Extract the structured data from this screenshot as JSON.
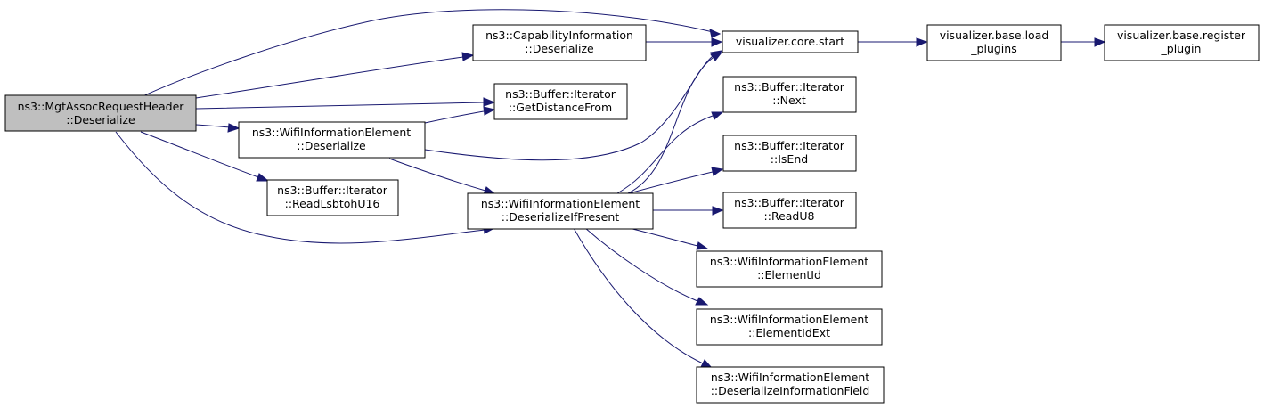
{
  "colors": {
    "edge": "#191970",
    "root_fill": "#bfbfbf",
    "node_fill": "#ffffff",
    "node_border": "#000000"
  },
  "nodes": [
    {
      "id": "root",
      "line1": "ns3::MgtAssocRequestHeader",
      "line2": "::Deserialize",
      "is_root": true
    },
    {
      "id": "capinfo",
      "line1": "ns3::CapabilityInformation",
      "line2": "::Deserialize"
    },
    {
      "id": "getdist",
      "line1": "ns3::Buffer::Iterator",
      "line2": "::GetDistanceFrom"
    },
    {
      "id": "wieDeser",
      "line1": "ns3::WifiInformationElement",
      "line2": "::Deserialize"
    },
    {
      "id": "readlsb",
      "line1": "ns3::Buffer::Iterator",
      "line2": "::ReadLsbtohU16"
    },
    {
      "id": "deserIfPresent",
      "line1": "ns3::WifiInformationElement",
      "line2": "::DeserializeIfPresent"
    },
    {
      "id": "vstart",
      "line1": "visualizer.core.start",
      "line2": ""
    },
    {
      "id": "vload",
      "line1": "visualizer.base.load",
      "line2": "_plugins"
    },
    {
      "id": "vreg",
      "line1": "visualizer.base.register",
      "line2": "_plugin"
    },
    {
      "id": "next",
      "line1": "ns3::Buffer::Iterator",
      "line2": "::Next"
    },
    {
      "id": "isend",
      "line1": "ns3::Buffer::Iterator",
      "line2": "::IsEnd"
    },
    {
      "id": "readu8",
      "line1": "ns3::Buffer::Iterator",
      "line2": "::ReadU8"
    },
    {
      "id": "elemid",
      "line1": "ns3::WifiInformationElement",
      "line2": "::ElementId"
    },
    {
      "id": "elemidext",
      "line1": "ns3::WifiInformationElement",
      "line2": "::ElementIdExt"
    },
    {
      "id": "deserinfo",
      "line1": "ns3::WifiInformationElement",
      "line2": "::DeserializeInformationField"
    }
  ],
  "edges": [
    {
      "from": "root",
      "to": "vstart"
    },
    {
      "from": "root",
      "to": "capinfo"
    },
    {
      "from": "root",
      "to": "getdist"
    },
    {
      "from": "root",
      "to": "wieDeser"
    },
    {
      "from": "root",
      "to": "readlsb"
    },
    {
      "from": "root",
      "to": "deserIfPresent"
    },
    {
      "from": "capinfo",
      "to": "vstart"
    },
    {
      "from": "wieDeser",
      "to": "getdist"
    },
    {
      "from": "wieDeser",
      "to": "vstart"
    },
    {
      "from": "wieDeser",
      "to": "deserIfPresent"
    },
    {
      "from": "deserIfPresent",
      "to": "vstart"
    },
    {
      "from": "deserIfPresent",
      "to": "next"
    },
    {
      "from": "deserIfPresent",
      "to": "isend"
    },
    {
      "from": "deserIfPresent",
      "to": "readu8"
    },
    {
      "from": "deserIfPresent",
      "to": "elemid"
    },
    {
      "from": "deserIfPresent",
      "to": "elemidext"
    },
    {
      "from": "deserIfPresent",
      "to": "deserinfo"
    },
    {
      "from": "vstart",
      "to": "vload"
    },
    {
      "from": "vload",
      "to": "vreg"
    }
  ]
}
